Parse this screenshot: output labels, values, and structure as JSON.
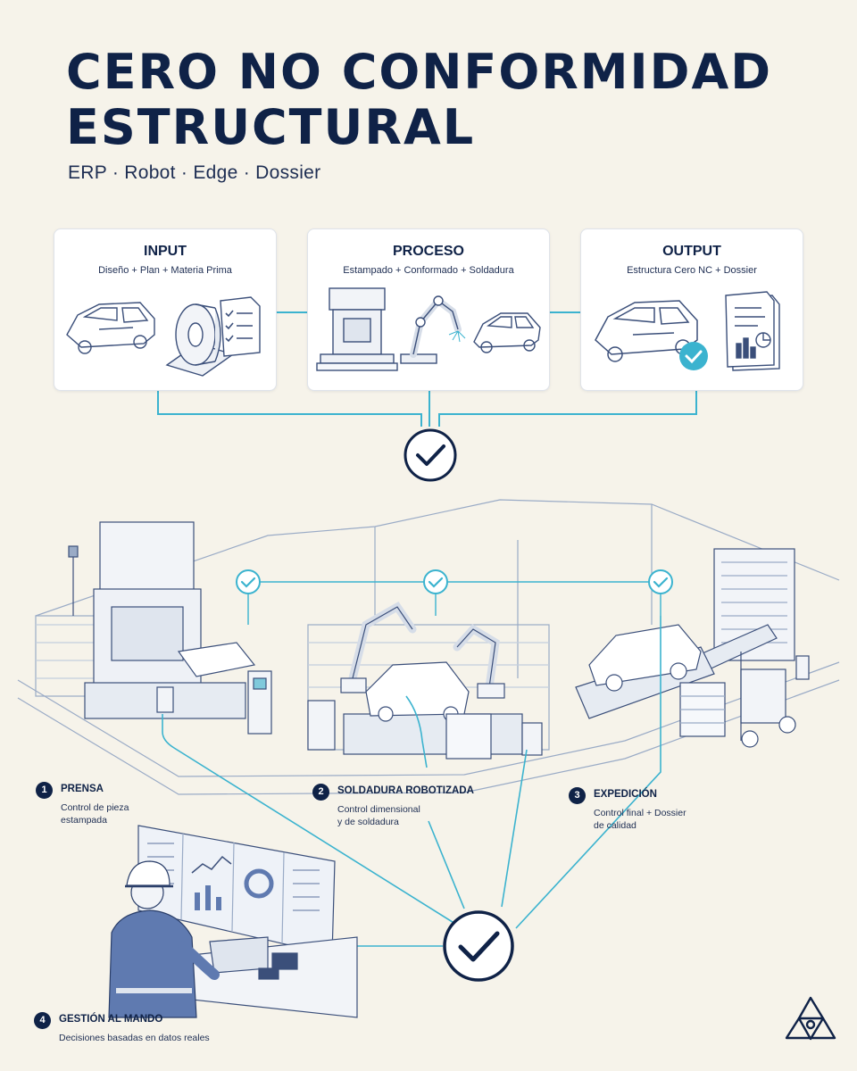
{
  "header": {
    "title_line1": "CERO NO CONFORMIDAD",
    "title_line2": "ESTRUCTURAL",
    "subtitle": "ERP · Robot · Edge · Dossier"
  },
  "cards": [
    {
      "title": "INPUT",
      "subtitle": "Diseño + Plan + Materia Prima"
    },
    {
      "title": "PROCESO",
      "subtitle": "Estampado + Conformado + Soldadura"
    },
    {
      "title": "OUTPUT",
      "subtitle": "Estructura Cero NC + Dossier"
    }
  ],
  "steps": [
    {
      "number": "1",
      "label": "PRENSA",
      "desc1": "Control de pieza",
      "desc2": "estampada"
    },
    {
      "number": "2",
      "label": "SOLDADURA ROBOTIZADA",
      "desc1": "Control dimensional",
      "desc2": "y de soldadura"
    },
    {
      "number": "3",
      "label": "EXPEDICIÓN",
      "desc1": "Control final + Dossier",
      "desc2": "de calidad"
    },
    {
      "number": "4",
      "label": "GESTIÓN AL MANDO",
      "desc1": "Decisiones basadas en datos reales"
    }
  ],
  "colors": {
    "navy": "#0f2247",
    "accent": "#3bb3cf",
    "background": "#f6f3ea",
    "line": "#9aabc6"
  },
  "icons": [
    "car-body-icon",
    "steel-coil-icon",
    "checklist-icon",
    "press-machine-icon",
    "robot-arm-icon",
    "report-document-icon",
    "check-circle-icon",
    "brand-logo-icon"
  ]
}
